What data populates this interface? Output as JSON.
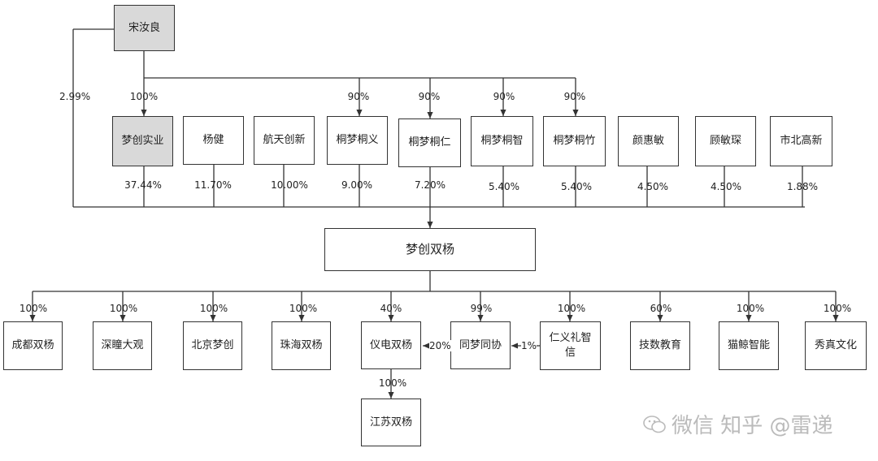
{
  "top": {
    "shareholder": "宋汝良",
    "direct_pct": "2.99%",
    "sub_pct": "100%"
  },
  "shareholders": [
    {
      "name": "梦创实业",
      "pct": "37.44%",
      "highlight": true
    },
    {
      "name": "杨健",
      "pct": "11.70%"
    },
    {
      "name": "航天创新",
      "pct": "10.00%"
    },
    {
      "name": "桐梦桐义",
      "pct": "9.00%",
      "top_pct": "90%"
    },
    {
      "name": "桐梦桐仁",
      "pct": "7.20%",
      "top_pct": "90%"
    },
    {
      "name": "桐梦桐智",
      "pct": "5.40%",
      "top_pct": "90%"
    },
    {
      "name": "桐梦桐竹",
      "pct": "5.40%",
      "top_pct": "90%"
    },
    {
      "name": "颜惠敏",
      "pct": "4.50%"
    },
    {
      "name": "顾敏琛",
      "pct": "4.50%"
    },
    {
      "name": "市北高新",
      "pct": "1.88%"
    }
  ],
  "company": "梦创双杨",
  "subsidiaries": [
    {
      "name": "成都双杨",
      "pct": "100%"
    },
    {
      "name": "深瞳大观",
      "pct": "100%"
    },
    {
      "name": "北京梦创",
      "pct": "100%"
    },
    {
      "name": "珠海双杨",
      "pct": "100%"
    },
    {
      "name": "仪电双杨",
      "pct": "40%"
    },
    {
      "name": "同梦同协",
      "pct": "99%"
    },
    {
      "name": "仁义礼智信",
      "pct": "100%"
    },
    {
      "name": "技数教育",
      "pct": "60%"
    },
    {
      "name": "猫鲸智能",
      "pct": "100%"
    },
    {
      "name": "秀真文化",
      "pct": "100%"
    }
  ],
  "cross": {
    "tongmeng_to_yidian": "20%",
    "renyi_to_tongmeng": "1%"
  },
  "second_level": {
    "name": "江苏双杨",
    "pct": "100%"
  },
  "watermark": {
    "text": "微信 知乎 @雷递",
    "icon": "wechat-logo-icon"
  }
}
